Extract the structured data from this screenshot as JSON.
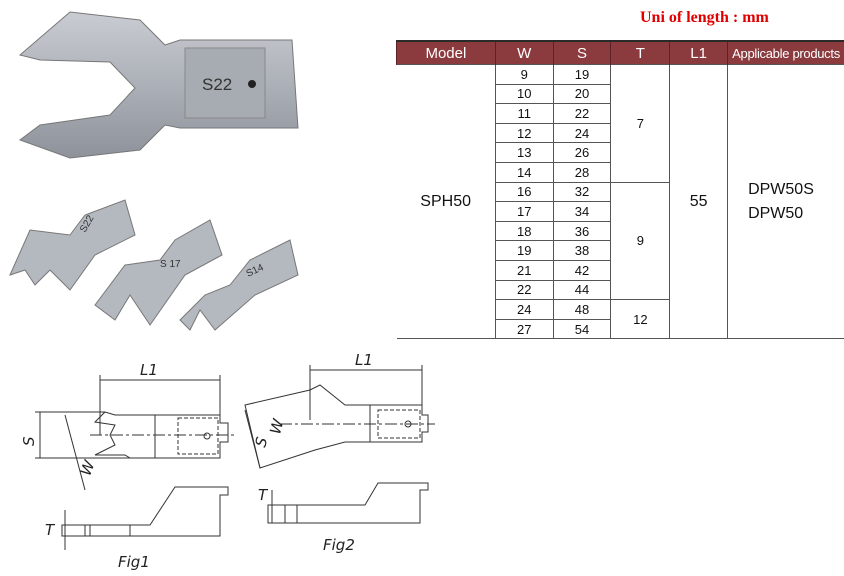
{
  "unit_note": "Uni of length : mm",
  "table": {
    "headers": [
      "Model",
      "W",
      "S",
      "T",
      "L1",
      "Applicable products"
    ],
    "model": "SPH50",
    "rows": [
      {
        "w": "9",
        "s": "19"
      },
      {
        "w": "10",
        "s": "20"
      },
      {
        "w": "11",
        "s": "22"
      },
      {
        "w": "12",
        "s": "24"
      },
      {
        "w": "13",
        "s": "26"
      },
      {
        "w": "14",
        "s": "28"
      },
      {
        "w": "16",
        "s": "32"
      },
      {
        "w": "17",
        "s": "34"
      },
      {
        "w": "18",
        "s": "36"
      },
      {
        "w": "19",
        "s": "38"
      },
      {
        "w": "21",
        "s": "42"
      },
      {
        "w": "22",
        "s": "44"
      },
      {
        "w": "24",
        "s": "48"
      },
      {
        "w": "27",
        "s": "54"
      }
    ],
    "t_groups": [
      "7",
      "9",
      "12"
    ],
    "l1": "55",
    "applicable": [
      "DPW50S",
      "DPW50"
    ]
  },
  "photos": {
    "stamp_large": "S22",
    "stamp_small": [
      "S22",
      "S 17",
      "S14"
    ]
  },
  "drawings": {
    "fig1": "Fig1",
    "fig2": "Fig2",
    "l1": "L1",
    "s": "S",
    "w": "W",
    "t": "T"
  }
}
